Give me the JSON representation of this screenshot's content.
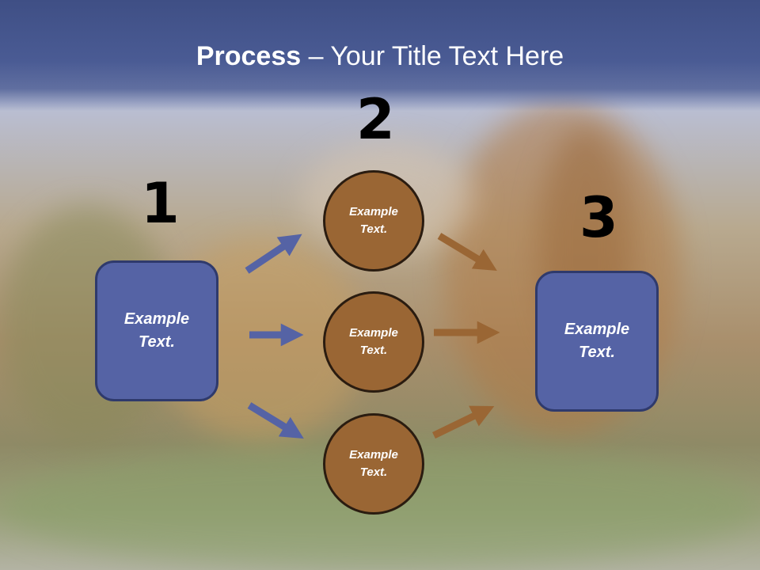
{
  "title": {
    "bold": "Process",
    "rest": " – Your Title Text Here"
  },
  "steps": {
    "one": "1",
    "two": "2",
    "three": "3"
  },
  "left_box": {
    "line1": "Example",
    "line2": "Text."
  },
  "circles": [
    {
      "line1": "Example",
      "line2": "Text."
    },
    {
      "line1": "Example",
      "line2": "Text."
    },
    {
      "line1": "Example",
      "line2": "Text."
    }
  ],
  "right_box": {
    "line1": "Example",
    "line2": "Text."
  },
  "colors": {
    "box": "#5563a5",
    "circle": "#9a6634",
    "arrow_blue": "#5563a5",
    "arrow_brown": "#9a6634"
  }
}
